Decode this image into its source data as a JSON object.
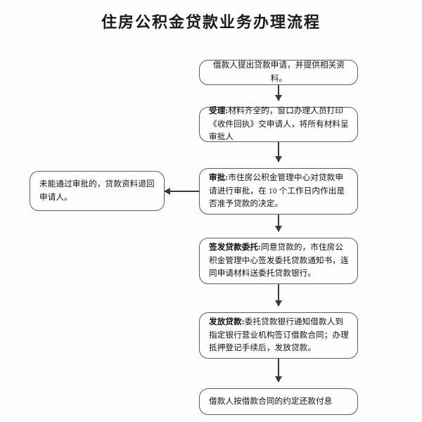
{
  "document": {
    "title": "住房公积金贷款业务办理流程"
  },
  "flow": {
    "nodes": [
      {
        "id": "apply",
        "label": "借款人提出贷款申请，并提供相关资料。",
        "heading": "",
        "body": "借款人提出贷款申请，并提供相关资料。"
      },
      {
        "id": "accept",
        "label": "受理: 材料齐全的，窗口办理人员打印《收件回执》交申请人，将所有材料呈审批人",
        "heading": "受理:",
        "body": "材料齐全的，窗口办理人员打印《收件回执》交申请人，将所有材料呈审批人"
      },
      {
        "id": "approve",
        "label": "审批: 市住房公积金管理中心对贷款申请进行审批，在 10 个工作日内作出是否准予贷款的决定。",
        "heading": "审批:",
        "body": "市住房公积金管理中心对贷款申请进行审批，在 10 个工作日内作出是否准予贷款的决定。"
      },
      {
        "id": "issue-entrust",
        "label": "签发贷款委托: 同意贷款的，市住房公积金管理中心签发委托贷款通知书，连同申请材料送委托贷款银行。",
        "heading": "签发贷款委托:",
        "body": "同意贷款的，市住房公积金管理中心签发委托贷款通知书，连同申请材料送委托贷款银行。"
      },
      {
        "id": "disburse",
        "label": "发放贷款: 委托贷款银行通知借款人到指定银行营业机构签订借款合同；办理抵押登记手续后，发放贷款。",
        "heading": "发放贷款:",
        "body": "委托贷款银行通知借款人到指定银行营业机构签订借款合同；办理抵押登记手续后，发放贷款。"
      },
      {
        "id": "repay",
        "label": "借款人按借款合同的约定还款付息",
        "heading": "",
        "body": "借款人按借款合同的约定还款付息"
      }
    ],
    "branch": {
      "id": "rejected",
      "label": "未能通过审批的，贷款资料退回申请人。",
      "heading": "",
      "body": "未能通过审批的，贷款资料退回申请人。"
    },
    "connectors": [
      {
        "id": "apply-to-accept",
        "from": "apply",
        "to": "accept",
        "direction": "down"
      },
      {
        "id": "accept-to-approve",
        "from": "accept",
        "to": "approve",
        "direction": "down"
      },
      {
        "id": "approve-to-issue",
        "from": "approve",
        "to": "issue-entrust",
        "direction": "down"
      },
      {
        "id": "issue-to-disburse",
        "from": "issue-entrust",
        "to": "disburse",
        "direction": "down"
      },
      {
        "id": "disburse-to-repay",
        "from": "disburse",
        "to": "repay",
        "direction": "down"
      },
      {
        "id": "approve-to-rejected",
        "from": "approve",
        "to": "rejected",
        "direction": "left"
      }
    ]
  },
  "colors": {
    "page_background": "#fdfdfd",
    "node_border": "#5c5c5c",
    "node_fill": "#fefefe",
    "connector": "#3a3a3a",
    "text": "#111111",
    "title_text": "#1a1a1a"
  }
}
